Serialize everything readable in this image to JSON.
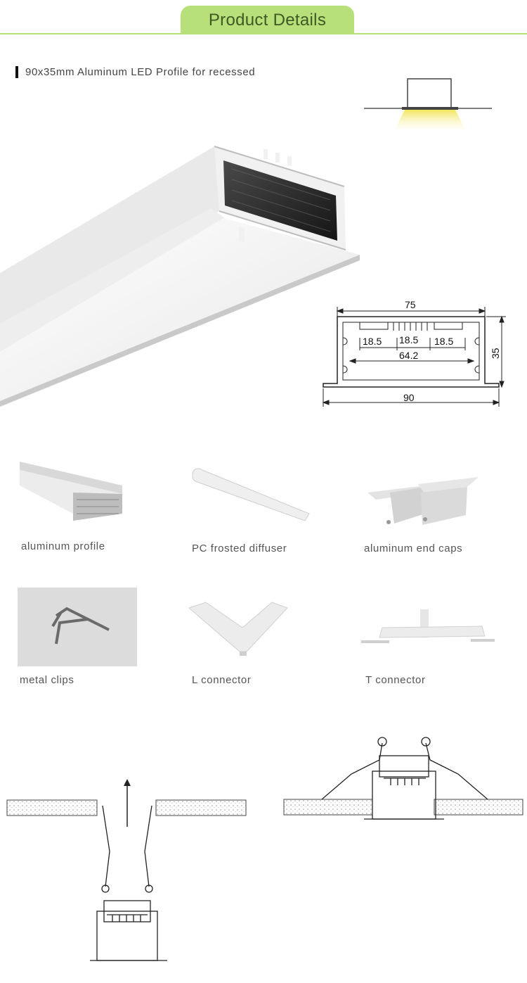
{
  "header": {
    "title": "Product Details"
  },
  "subtitle": "90x35mm Aluminum LED Profile for recessed",
  "dimensions": {
    "top_width": "75",
    "seg_a": "18.5",
    "seg_b": "18.5",
    "seg_c": "18.5",
    "inner_width": "64.2",
    "height": "35",
    "flange_width": "90"
  },
  "accessories": [
    {
      "label": "aluminum profile"
    },
    {
      "label": "PC frosted diffuser"
    },
    {
      "label": "aluminum end caps"
    },
    {
      "label": "metal clips"
    },
    {
      "label": "L connector"
    },
    {
      "label": "T connector"
    }
  ],
  "colors": {
    "accent": "#b8e07a",
    "accent_text": "#3c5a23",
    "light_glow": "#f5ea6a"
  }
}
